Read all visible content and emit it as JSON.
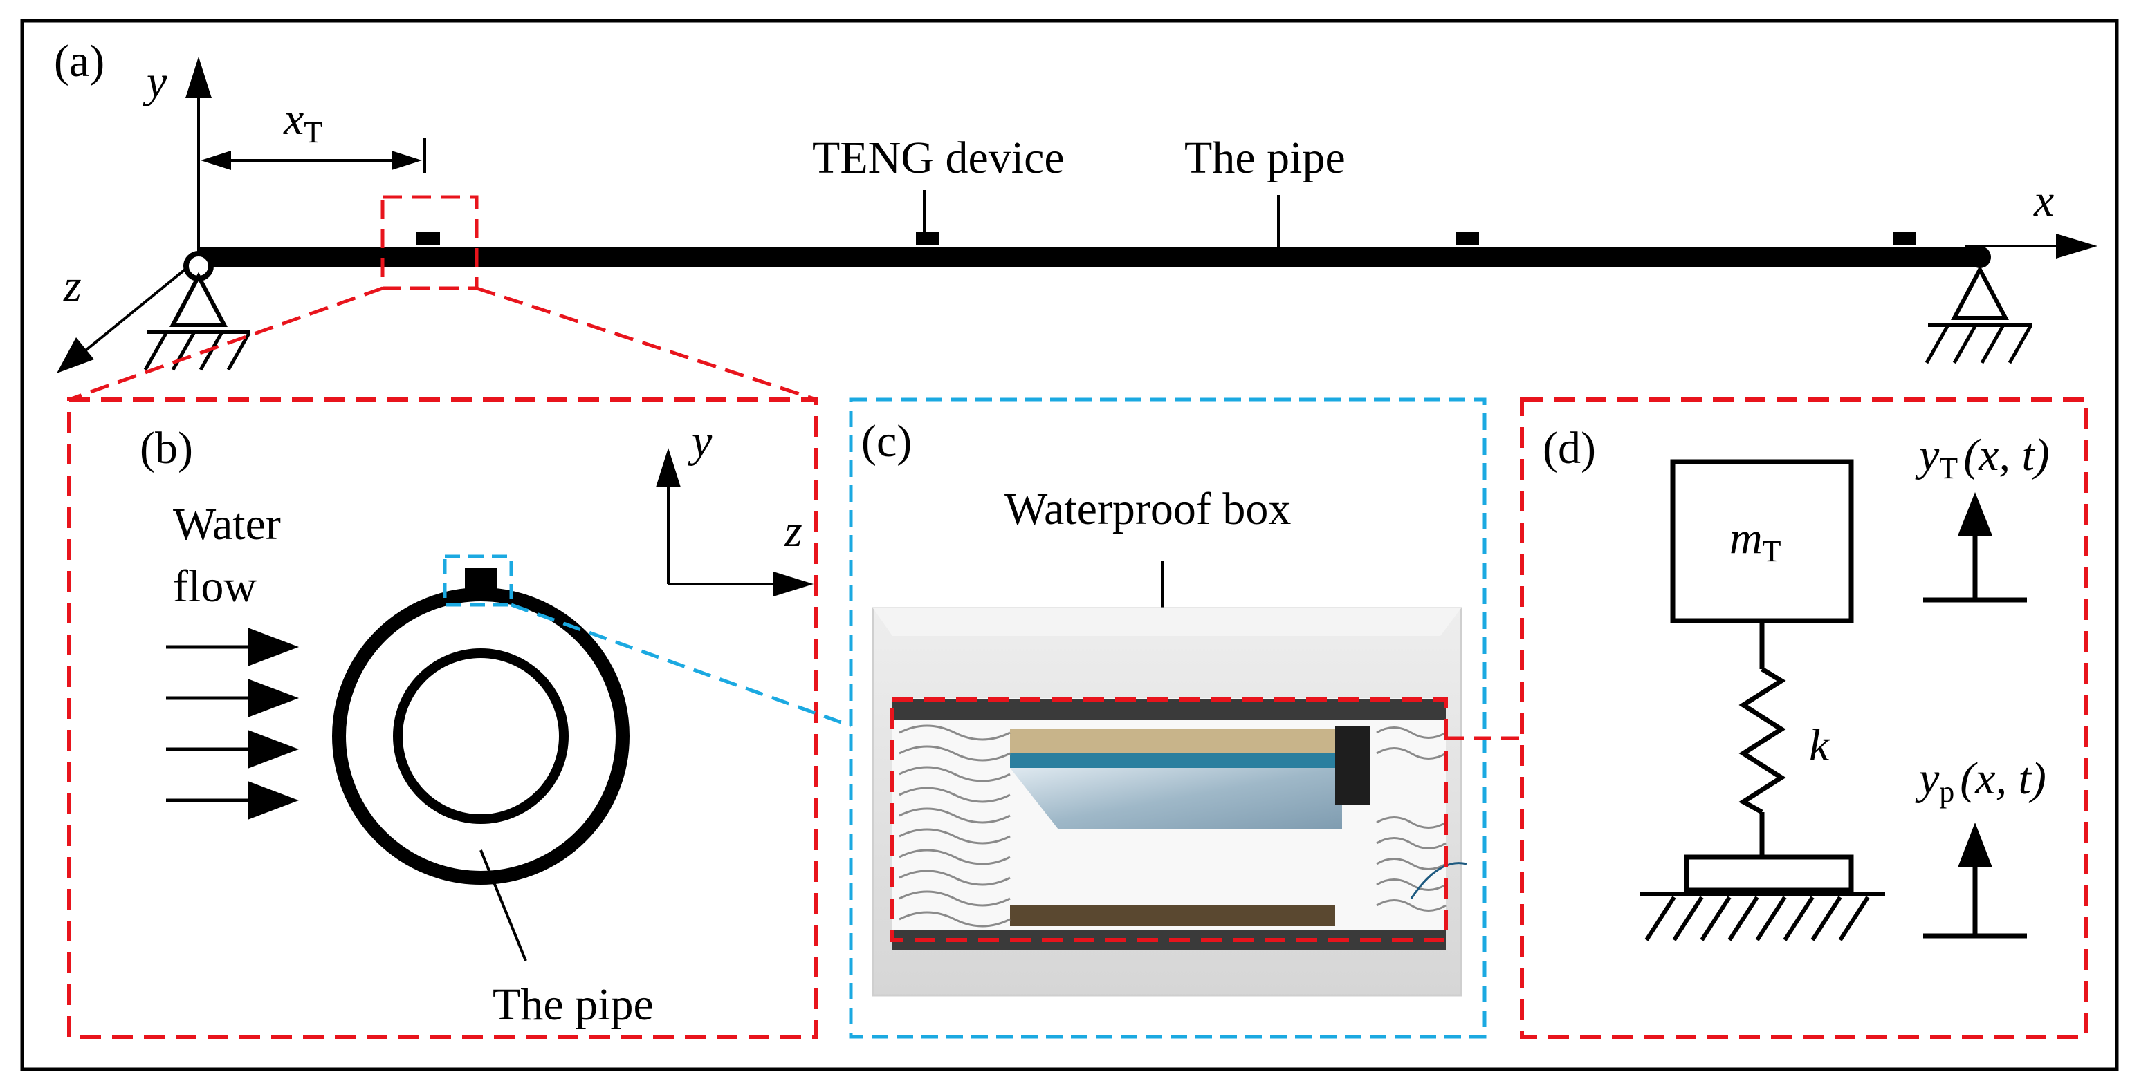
{
  "panels": {
    "a": {
      "label": "(a)",
      "axis_y": "y",
      "axis_x": "x",
      "axis_z": "z",
      "xT_main": "x",
      "xT_sub": "T",
      "teng_label": "TENG device",
      "pipe_label": "The pipe"
    },
    "b": {
      "label": "(b)",
      "water_line1": "Water",
      "water_line2": "flow",
      "axis_y": "y",
      "axis_z": "z",
      "pipe_label": "The pipe"
    },
    "c": {
      "label": "(c)",
      "box_label": "Waterproof box"
    },
    "d": {
      "label": "(d)",
      "mass_main": "m",
      "mass_sub": "T",
      "spring_label": "k",
      "yT_main": "y",
      "yT_sub": "T",
      "yT_args": "(x, t)",
      "yp_main": "y",
      "yp_sub": "p",
      "yp_args": "(x, t)"
    }
  },
  "colors": {
    "frame": "#000000",
    "callout_red": "#e8141c",
    "callout_blue": "#1ba9e1",
    "beam": "#000000",
    "box_shell": "#dcdcdc",
    "plate_dark": "#3a3a3a",
    "plate_tan": "#c8b48a",
    "film_blue": "#2a7f9f"
  },
  "icons": [
    "pin-support-icon",
    "fixed-ground-icon",
    "spring-icon",
    "arrow-icon"
  ]
}
